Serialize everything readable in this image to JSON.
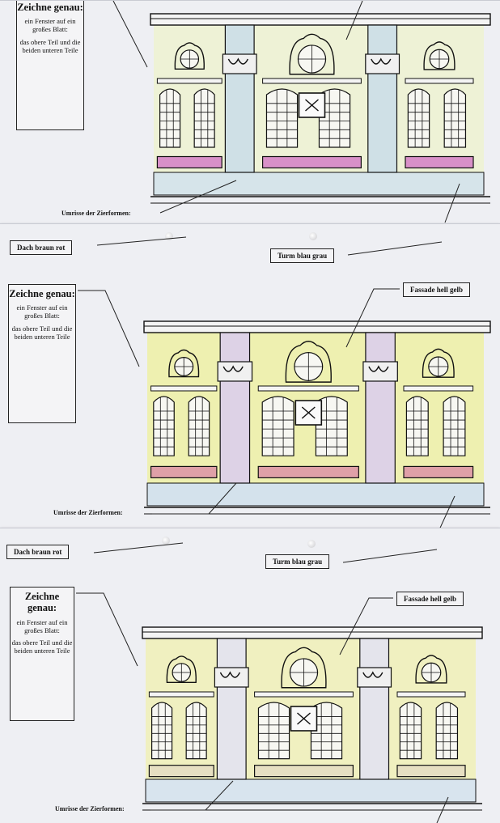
{
  "sheets": [
    {
      "instruction": {
        "title": "Zeichne genau:",
        "line1": "ein Fenster auf ein großes Blatt:",
        "line2": "das obere Teil und die beiden unteren Teile"
      },
      "outline_label": "Umrisse der Zierformen:",
      "roof_label": "",
      "tower_label": "",
      "facade_label": "",
      "colors": {
        "wall": "#eef2d6",
        "trim": "#d890c8",
        "tower": "#cfe0e6",
        "base": "#d6e4ea"
      }
    },
    {
      "instruction": {
        "title": "Zeichne genau:",
        "line1": "ein Fenster auf ein großes Blatt:",
        "line2": "das obere Teil und die beiden unteren Teile"
      },
      "outline_label": "Umrisse der Zierformen:",
      "roof_label": "Dach braun rot",
      "tower_label": "Turm blau grau",
      "facade_label": "Fassade hell gelb",
      "colors": {
        "wall": "#eef0b0",
        "trim": "#dfa0a8",
        "tower": "#ddd2e6",
        "base": "#d4e2ec"
      }
    },
    {
      "instruction": {
        "title": "Zeichne genau:",
        "line1": "ein Fenster auf ein großes Blatt:",
        "line2": "das obere Teil und die beiden unteren Teile"
      },
      "outline_label": "Umrisse der Zierformen:",
      "roof_label": "Dach braun rot",
      "tower_label": "Turm blau grau",
      "facade_label": "Fassade hell gelb",
      "colors": {
        "wall": "#f0f0c0",
        "trim": "#e6dfc2",
        "tower": "#e4e4ec",
        "base": "#d8e4ee"
      }
    }
  ]
}
